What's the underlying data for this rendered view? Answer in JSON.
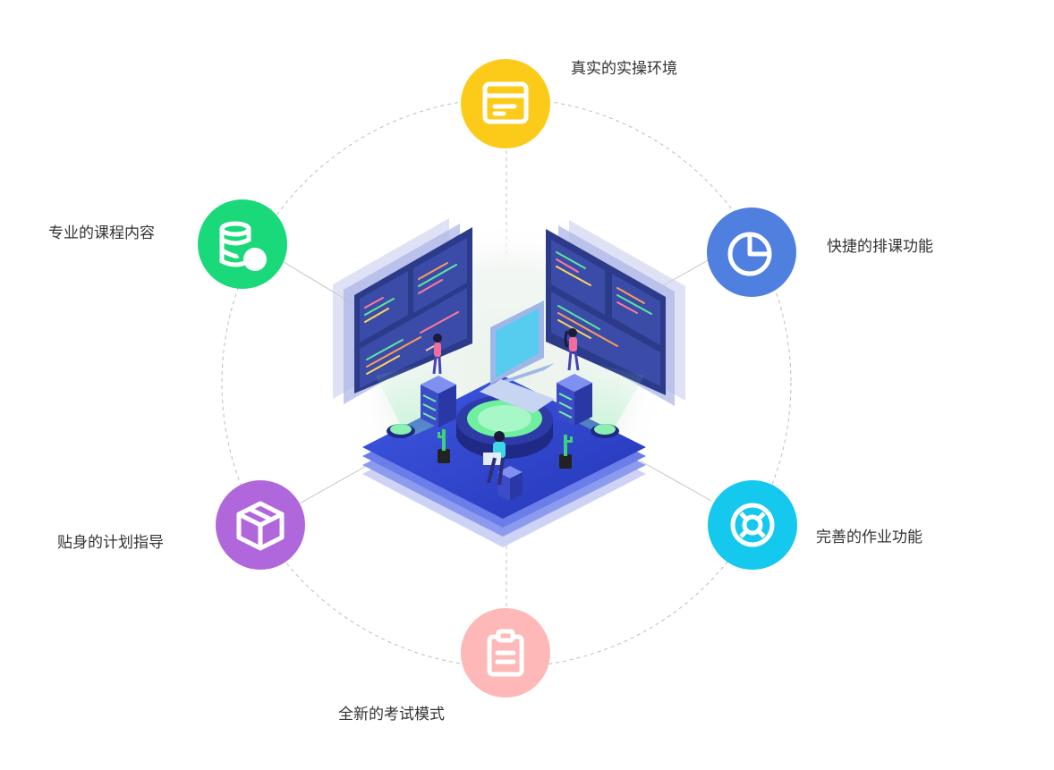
{
  "features": [
    {
      "id": "real-env",
      "label": "真实的实操环境",
      "color": "#fccb1a",
      "icon": "browser-window-icon"
    },
    {
      "id": "scheduling",
      "label": "快捷的排课功能",
      "color": "#5080df",
      "icon": "pie-chart-icon"
    },
    {
      "id": "homework",
      "label": "完善的作业功能",
      "color": "#14c8ee",
      "icon": "lifebuoy-icon"
    },
    {
      "id": "exam",
      "label": "全新的考试模式",
      "color": "#ffb8b8",
      "icon": "clipboard-icon"
    },
    {
      "id": "guidance",
      "label": "贴身的计划指导",
      "color": "#b067dc",
      "icon": "box-icon"
    },
    {
      "id": "courses",
      "label": "专业的课程内容",
      "color": "#1ad97a",
      "icon": "coin-stack-icon"
    }
  ]
}
